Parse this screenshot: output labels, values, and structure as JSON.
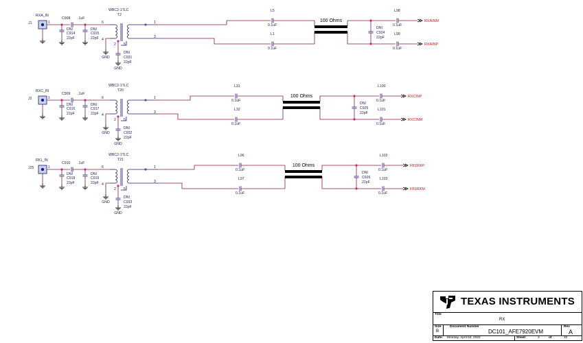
{
  "chains": [
    {
      "connector_label": "RXA_IN",
      "connector_ref": "J1",
      "cap_series": {
        "ref": "C908",
        "value": ".1uF"
      },
      "cap_a": {
        "dni": "DNI",
        "ref": "C914",
        "value": "22pF"
      },
      "cap_b": {
        "dni": "DNI",
        "ref": "C915",
        "value": "22pF"
      },
      "transformer_part": "WBC2-1TLC",
      "transformer_ref": "T2",
      "pins": {
        "p6": "6",
        "p4": "4",
        "p1": "1",
        "p3": "3",
        "p2": "2",
        "p5": "5"
      },
      "gnd_label": "GND",
      "cap_ct": {
        "dni": "DNI",
        "ref": "C931",
        "value": "22pF"
      },
      "l_top": {
        "ref": "L5",
        "value": "0.1uF"
      },
      "l_bot": {
        "ref": "L1",
        "value": "0.1uF"
      },
      "tline_label": "100 Ohms",
      "cap_diff": {
        "dni": "DNI",
        "ref": "C924",
        "value": "22pF"
      },
      "out_top_cap": {
        "ref": "L98",
        "value": "0.1uF"
      },
      "out_bot_cap": {
        "ref": "L99",
        "value": "0.1uF"
      },
      "out_top_net": "RXAINM",
      "out_bot_net": "RXAINP"
    },
    {
      "connector_label": "RXC_IN",
      "connector_ref": "J2",
      "cap_series": {
        "ref": "C909",
        "value": ".1uF"
      },
      "cap_a": {
        "dni": "DNI",
        "ref": "C916",
        "value": "22pF"
      },
      "cap_b": {
        "dni": "DNI",
        "ref": "C917",
        "value": "22pF"
      },
      "transformer_part": "WBC2-1TLC",
      "transformer_ref": "T20",
      "pins": {
        "p6": "6",
        "p4": "4",
        "p1": "1",
        "p3": "3",
        "p2": "2",
        "p5": "5"
      },
      "gnd_label": "GND",
      "cap_ct": {
        "dni": "DNI",
        "ref": "C932",
        "value": "22pF"
      },
      "l_top": {
        "ref": "L31",
        "value": "0.1uF"
      },
      "l_bot": {
        "ref": "L32",
        "value": "0.1uF"
      },
      "tline_label": "100 Ohms",
      "cap_diff": {
        "dni": "DNI",
        "ref": "C925",
        "value": "22pF"
      },
      "out_top_cap": {
        "ref": "L100",
        "value": "0.1uF"
      },
      "out_bot_cap": {
        "ref": "L101",
        "value": "0.1uF"
      },
      "out_top_net": "RXCINP",
      "out_bot_net": "RXCINM"
    },
    {
      "connector_label": "FB1_IN",
      "connector_ref": "J25",
      "cap_series": {
        "ref": "C910",
        "value": ".1uF"
      },
      "cap_a": {
        "dni": "DNI",
        "ref": "C918",
        "value": "22pF"
      },
      "cap_b": {
        "dni": "DNI",
        "ref": "C919",
        "value": "22pF"
      },
      "transformer_part": "WBC2-1TLC",
      "transformer_ref": "T21",
      "pins": {
        "p6": "6",
        "p4": "4",
        "p1": "1",
        "p3": "3",
        "p2": "2",
        "p5": "5"
      },
      "gnd_label": "GND",
      "cap_ct": {
        "dni": "DNI",
        "ref": "C933",
        "value": "22pF"
      },
      "l_top": {
        "ref": "L96",
        "value": "0.1uF"
      },
      "l_bot": {
        "ref": "L97",
        "value": "0.1uF"
      },
      "tline_label": "100 Ohms",
      "cap_diff": {
        "dni": "DNI",
        "ref": "C926",
        "value": "22pF"
      },
      "out_top_cap": {
        "ref": "L102",
        "value": "0.1uF"
      },
      "out_bot_cap": {
        "ref": "L103",
        "value": "0.1uF"
      },
      "out_top_net": "FB1RXP",
      "out_bot_net": "FB1RXM"
    }
  ],
  "title_block": {
    "company": "TEXAS INSTRUMENTS",
    "title_label": "Title",
    "title": "RX",
    "size_label": "Size",
    "size": "B",
    "docnum_label": "Document Number",
    "docnum": "DC101_AFE7920EVM",
    "rev_label": "Rev",
    "rev": "A",
    "date_label": "Date:",
    "date": "Monday, April 04, 2022",
    "sheet_label": "Sheet",
    "sheet": "3",
    "of_label": "of",
    "sheet_total": "32"
  },
  "colors": {
    "wire": "#8b1a3a",
    "text": "#1a1a5a",
    "net_label": "#e0101a",
    "junction": "#e0209a"
  }
}
